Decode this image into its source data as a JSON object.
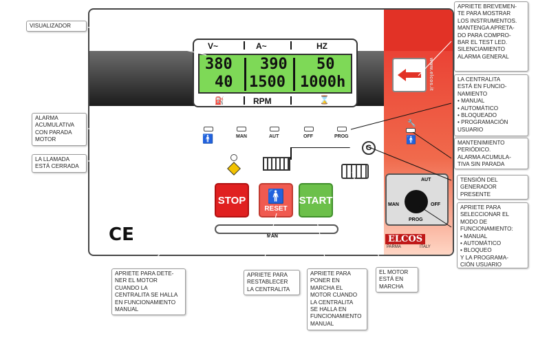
{
  "panel": {
    "lcd": {
      "headers": [
        "V~",
        "A~",
        "HZ"
      ],
      "row1": [
        "380",
        "390",
        "50"
      ],
      "row2": [
        "40",
        "1500",
        "1000h"
      ],
      "bottom_label": "RPM"
    },
    "leds": [
      {
        "label": "MAN"
      },
      {
        "label": "AUT"
      },
      {
        "label": "OFF"
      },
      {
        "label": "PROG"
      }
    ],
    "side_text": "www.elcos.it",
    "buttons": {
      "stop": "STOP",
      "reset": "RESET",
      "start": "START"
    },
    "man_label": "MAN",
    "ce_mark": "CE",
    "brand": "ELCOS",
    "brand_sub": "PARMA",
    "brand_country": "ITALY",
    "selector": {
      "aut": "AUT",
      "man": "MAN",
      "off": "OFF",
      "prog": "PROG"
    },
    "colors": {
      "lcd": "#7ed957",
      "stop": "#e02020",
      "reset": "#f05a50",
      "start": "#6cc04a",
      "accent": "#e23226"
    }
  },
  "callouts": {
    "visualizador": "VISUALIZADOR",
    "test_led": "APRIETE BREVEMEN-\nTE PARA MOSTRAR\nLOS INSTRUMENTOS.\nMANTENGA APRETA-\nDO PARA COMPRO-\nBAR EL TEST LED.\nSILENCIAMIENTO\nALARMA GENERAL",
    "estado": "LA CENTRALITA\nESTÁ EN FUNCIO-\nNAMIENTO\n• MANUAL\n• AUTOMÁTICO\n• BLOQUEADO\n• PROGRAMACIÓN\nUSUARIO",
    "alarma": "ALARMA\nACUMULATIVA\nCON PARADA\nMOTOR",
    "mantenimiento": "MANTENIMIENTO\nPERIÓDICO.\nALARMA ACUMULA-\nTIVA SIN PARADA",
    "llamada": "LA LLAMADA\nESTÁ CERRADA",
    "tension": "TENSIÓN DEL\nGENERADOR\nPRESENTE",
    "selector": "APRIETE PARA\nSELECCIONAR EL\nMODO DE\nFUNCIONAMIENTO:\n• MANUAL\n• AUTOMÁTICO\n• BLOQUEO\nY LA PROGRAMA-\nCIÓN USUARIO",
    "detener": "APRIETE PARA DETE-\nNER EL MOTOR\nCUANDO LA\nCENTRALITA SE HALLA\nEN FUNCIONAMIENTO\nMANUAL",
    "restablecer": "APRIETE PARA\nRESTABLECER\nLA CENTRALITA",
    "poner_marcha": "APRIETE PARA\nPONER EN\nMARCHA EL\nMOTOR CUANDO\nLA CENTRALITA\nSE HALLA EN\nFUNCIONAMIENTO\nMANUAL",
    "motor_marcha": "EL MOTOR\nESTÁ EN\nMARCHA"
  }
}
